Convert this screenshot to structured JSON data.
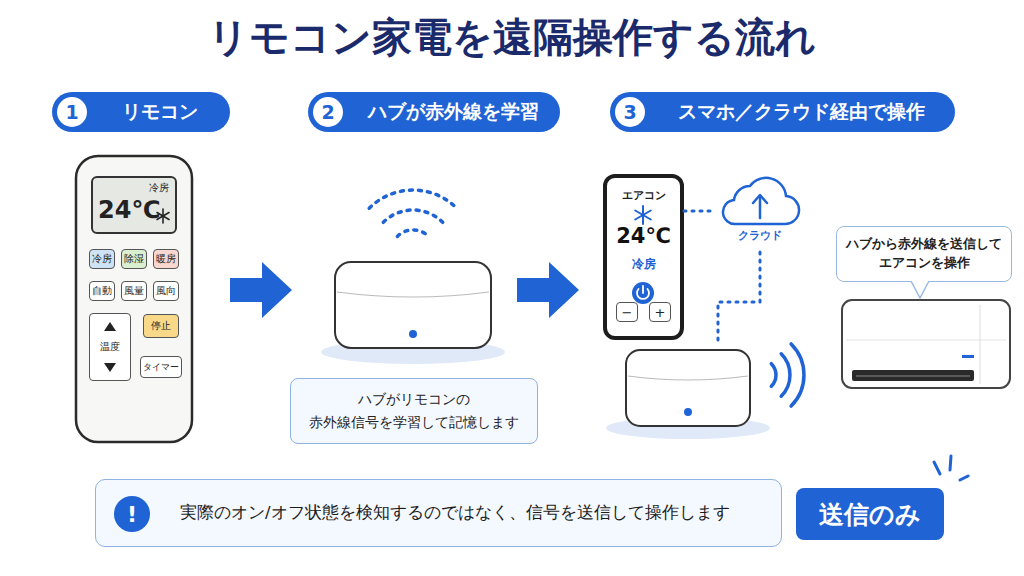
{
  "diagram": {
    "title": "リモコン家電を遠隔操作する流れ",
    "nodes": [
      {
        "text": [
          "リモコン"
        ]
      },
      {
        "text": [
          "1"
        ],
        "in": 0
      },
      {
        "text": [
          "ハブが赤外線を学習"
        ]
      },
      {
        "text": [
          "2"
        ],
        "in": 2
      },
      {
        "text": [
          "スマホ／クラウド経由で操作"
        ]
      },
      {
        "text": [
          "3"
        ],
        "in": 4
      },
      {
        "text": [
          "冷房",
          "24℃"
        ]
      },
      {
        "text": [
          "冷房"
        ]
      },
      {
        "text": [
          "除湿"
        ]
      },
      {
        "text": [
          "暖房"
        ]
      },
      {
        "text": [
          "自動"
        ]
      },
      {
        "text": [
          "風量"
        ]
      },
      {
        "text": [
          "風向"
        ]
      },
      {
        "text": [
          "温度"
        ]
      },
      {
        "text": [
          "停止"
        ]
      },
      {
        "text": [
          "タイマー"
        ]
      },
      {
        "text": [
          "エアコン",
          "24℃",
          "冷房"
        ]
      },
      {
        "text": [
          "−"
        ],
        "in": 16
      },
      {
        "text": [
          "+"
        ],
        "in": 16
      },
      {
        "text": [
          "クラウド"
        ]
      },
      {
        "text": [
          "ハブから赤外線を送信して エアコンを操作"
        ]
      },
      {
        "text": [
          "ハブがリモコンの 赤外線信号を学習して記憶します"
        ]
      },
      {
        "text": [
          "実際のオン/オフ状態を検知するのではなく、信号を送信して操作します"
        ]
      },
      {
        "text": [
          "!"
        ],
        "in": 22
      },
      {
        "text": [
          "送信のみ"
        ]
      }
    ],
    "edges": [
      {
        "from": 16,
        "to": 19,
        "arrow": "none"
      }
    ]
  }
}
